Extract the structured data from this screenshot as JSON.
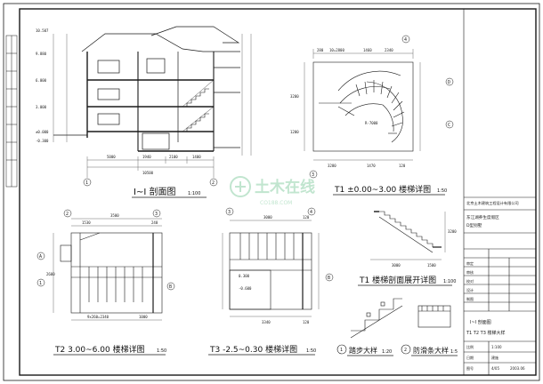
{
  "colors": {
    "line": "#1a1a1a",
    "dim_line": "#444444",
    "watermark": "#8fd0a8",
    "paper": "#ffffff"
  },
  "panel_i": {
    "title": "I~I 剖面图",
    "scale": "1:100",
    "levels": [
      "10.507",
      "9.880",
      "6.000",
      "3.000",
      "±0.000",
      "-0.300"
    ],
    "dims_bottom": [
      "5000",
      "1940",
      "2100",
      "1400"
    ],
    "total": "10500",
    "axis_left": "1",
    "axis_right": "2"
  },
  "panel_t1": {
    "title": "T1 ±0.00~3.00 楼梯详图",
    "scale": "1:50",
    "axis_top": "4",
    "axis_right_1": "D",
    "axis_right_2": "C",
    "axis_bottom": "3",
    "dims_top": [
      "280",
      "10=2800",
      "1460",
      "2340"
    ],
    "dims_bottom": [
      "3280",
      "1470",
      "120"
    ],
    "dims_left": [
      "3200",
      "1200"
    ],
    "labels": [
      "R-7000"
    ]
  },
  "panel_t2": {
    "title": "T2 3.00~6.00 楼梯详图",
    "scale": "1:50",
    "axis_left": "1",
    "axis_top_1": "2",
    "axis_top_2": "3",
    "dims_top": [
      "3500",
      "1530",
      "240"
    ],
    "dims_bottom": [
      "9x260=2340",
      "1000"
    ],
    "dims_left": [
      "2600"
    ],
    "axis_right": "B",
    "label": "A"
  },
  "panel_t3": {
    "title": "T3 -2.5~0.30 楼梯详图",
    "scale": "1:50",
    "axis_top_1": "3",
    "axis_top_2": "4",
    "dims_top": [
      "3000",
      "120"
    ],
    "dims_bottom": [
      "3340",
      "120"
    ],
    "levels": [
      "0.300",
      "-0.600"
    ],
    "axis_right": "B"
  },
  "panel_t1_sec": {
    "title": "T1 楼梯剖面展开详图",
    "scale": "1:100",
    "dims": [
      "3000",
      "3200",
      "1500"
    ]
  },
  "detail_1": {
    "num": "1",
    "title": "踏步大样",
    "scale": "1:20"
  },
  "detail_2": {
    "num": "2",
    "title": "防滑条大样",
    "scale": "1:5"
  },
  "watermark": {
    "brand": "土木在线",
    "url": "CO188.COM"
  },
  "title_block": {
    "company": "北京土木建筑工程设计有限公司",
    "project_1": "东江湖养生度假区",
    "project_2": "D型别墅",
    "drawing_1": "I~I 剖面图",
    "drawing_2": "T1 T2 T3 楼梯大样",
    "row_labels": [
      "审定",
      "审核",
      "校对",
      "设计",
      "制图"
    ],
    "fields": [
      "比例",
      "日期",
      "图号"
    ],
    "scale_val": "1:100",
    "sheet_no": "建施",
    "no_val": "4/05",
    "date_val": "2003.06"
  }
}
